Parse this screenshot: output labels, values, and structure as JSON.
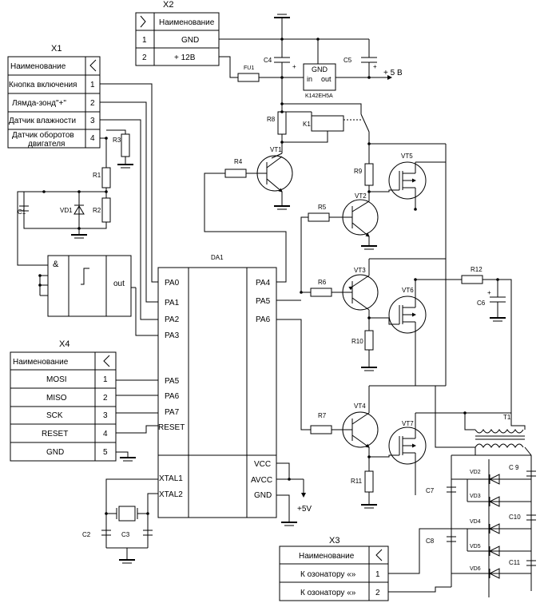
{
  "x2": {
    "label": "X2",
    "header": "Наименование",
    "rows": [
      {
        "num": "1",
        "name": "GND"
      },
      {
        "num": "2",
        "name": "+ 12В"
      }
    ]
  },
  "x1": {
    "label": "X1",
    "header": "Наименование",
    "rows": [
      {
        "num": "1",
        "name": "Кнопка включения"
      },
      {
        "num": "2",
        "name": "Лямда-зонд\"+\""
      },
      {
        "num": "3",
        "name": "Датчик влажности"
      },
      {
        "num": "4",
        "name1": "Датчик оборотов",
        "name2": "двигателя"
      }
    ]
  },
  "x4": {
    "label": "X4",
    "header": "Наименование",
    "rows": [
      {
        "num": "1",
        "name": "MOSI"
      },
      {
        "num": "2",
        "name": "MISO"
      },
      {
        "num": "3",
        "name": "SCK"
      },
      {
        "num": "4",
        "name": "RESET"
      },
      {
        "num": "5",
        "name": "GND"
      }
    ]
  },
  "x3": {
    "label": "X3",
    "header": "Наименование",
    "rows": [
      {
        "num": "1",
        "name": "К озонатору «»"
      },
      {
        "num": "2",
        "name": "К озонатору «»"
      }
    ]
  },
  "da1": {
    "label": "DA1",
    "left_pins": [
      "PA0",
      "PA1",
      "PA2",
      "PA3",
      "PA5",
      "PA6",
      "PA7",
      "RESET"
    ],
    "right_pins": [
      "PA4",
      "PA5",
      "PA6"
    ],
    "bottom_left_pins": [
      "XTAL1",
      "XTAL2"
    ],
    "bottom_right_pins": [
      "VCC",
      "AVCC",
      "GND"
    ]
  },
  "gate": {
    "and": "&",
    "out": "out"
  },
  "regulator": {
    "label": "K142EH5A",
    "gnd": "GND",
    "in": "in",
    "out": "out"
  },
  "power": {
    "plus5v_top": "+ 5 В",
    "plus5v_bottom": "+5V",
    "plus": "+"
  },
  "refs": {
    "fu1": "FU1",
    "c4": "C4",
    "c5": "C5",
    "r8": "R8",
    "k1": "K1",
    "vt1": "VT1",
    "r4": "R4",
    "r3": "R3",
    "r1": "R1",
    "r2": "R2",
    "c1": "C1",
    "vd1": "VD1",
    "vt5": "VT5",
    "r9": "R9",
    "vt2": "VT2",
    "r5": "R5",
    "vt3": "VT3",
    "r6": "R6",
    "r12": "R12",
    "c6": "C6",
    "vt6": "VT6",
    "r10": "R10",
    "vt4": "VT4",
    "r7": "R7",
    "vt7": "VT7",
    "r11": "R11",
    "t1": "T1",
    "c9": "C 9",
    "c7": "C7",
    "c8": "C8",
    "c10": "C10",
    "c11": "C11",
    "vd2": "VD2",
    "vd3": "VD3",
    "vd4": "VD4",
    "vd5": "VD5",
    "vd6": "VD6",
    "c2": "C2",
    "c3": "C3"
  }
}
